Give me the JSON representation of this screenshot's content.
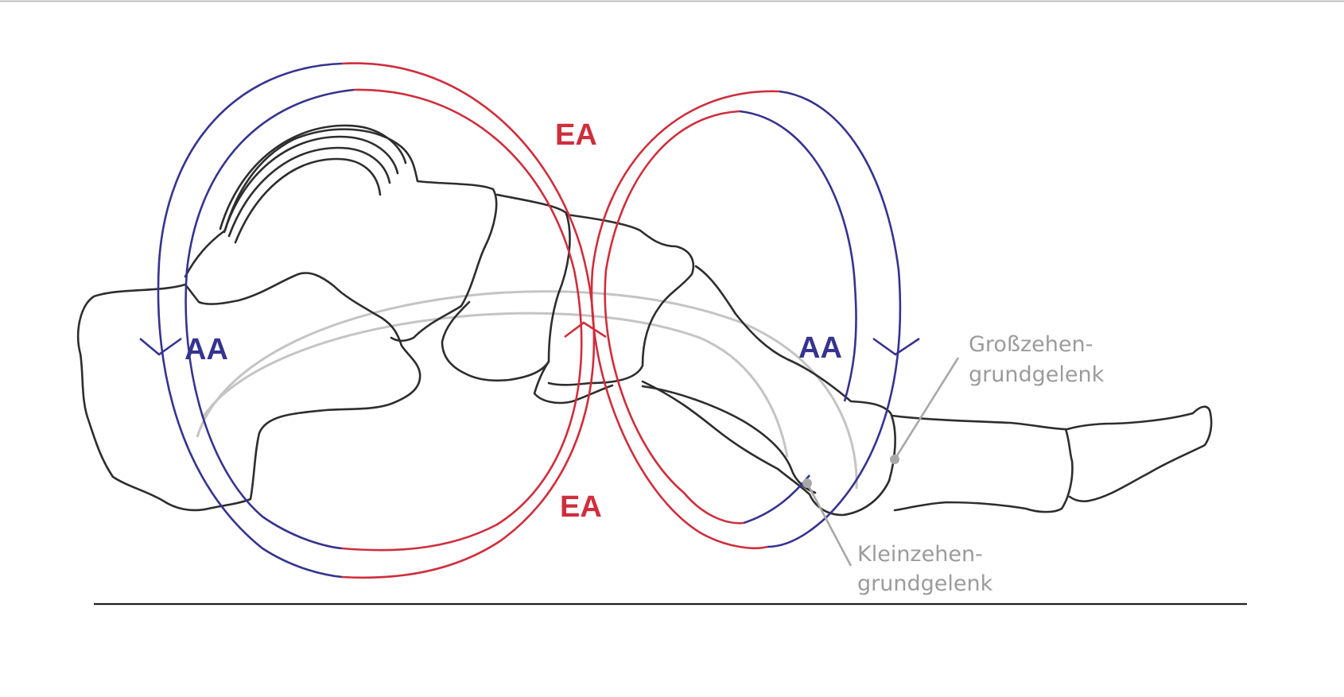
{
  "labels": {
    "ea_top": "EA",
    "ea_bottom": "EA",
    "aa_left": "AA",
    "aa_right": "AA",
    "grosszehen_line1": "Großzehen-",
    "grosszehen_line2": "grundgelenk",
    "kleinzehen_line1": "Kleinzehen-",
    "kleinzehen_line2": "grundgelenk"
  },
  "colors": {
    "ea": "#cf2e3c",
    "aa": "#35338f",
    "bone": "#2d2d2d",
    "arch": "#c4c4c4",
    "annotation": "#9b9b9b",
    "frame": "#bdbdbd"
  }
}
